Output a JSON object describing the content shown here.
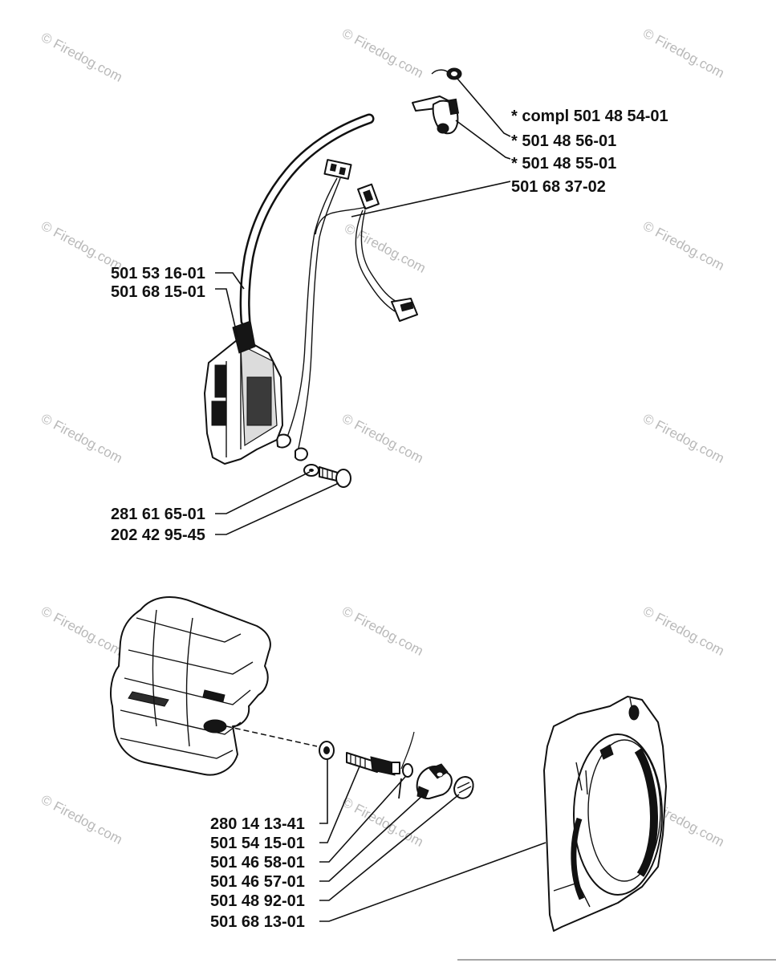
{
  "watermark": {
    "text": "© Firedog.com"
  },
  "upper_assembly": {
    "labels": [
      {
        "id": "compl",
        "text": "*  compl 501 48 54-01"
      },
      {
        "id": "cap",
        "text": "*  501 48 56-01"
      },
      {
        "id": "boot",
        "text": "*  501 48 55-01"
      },
      {
        "id": "harness",
        "text": "501 68 37-02"
      },
      {
        "id": "lead",
        "text": "501 53 16-01"
      },
      {
        "id": "module",
        "text": "501 68 15-01"
      },
      {
        "id": "washer",
        "text": "281 61 65-01"
      },
      {
        "id": "screw",
        "text": "202 42 95-45"
      }
    ]
  },
  "lower_assembly": {
    "labels": [
      {
        "id": "key",
        "text": "280 14 13-41"
      },
      {
        "id": "nut",
        "text": "501 54 15-01"
      },
      {
        "id": "pawl",
        "text": "501 46 58-01"
      },
      {
        "id": "spring",
        "text": "501 46 57-01"
      },
      {
        "id": "hub",
        "text": "501 48 92-01"
      },
      {
        "id": "cover",
        "text": "501 68 13-01"
      }
    ]
  }
}
